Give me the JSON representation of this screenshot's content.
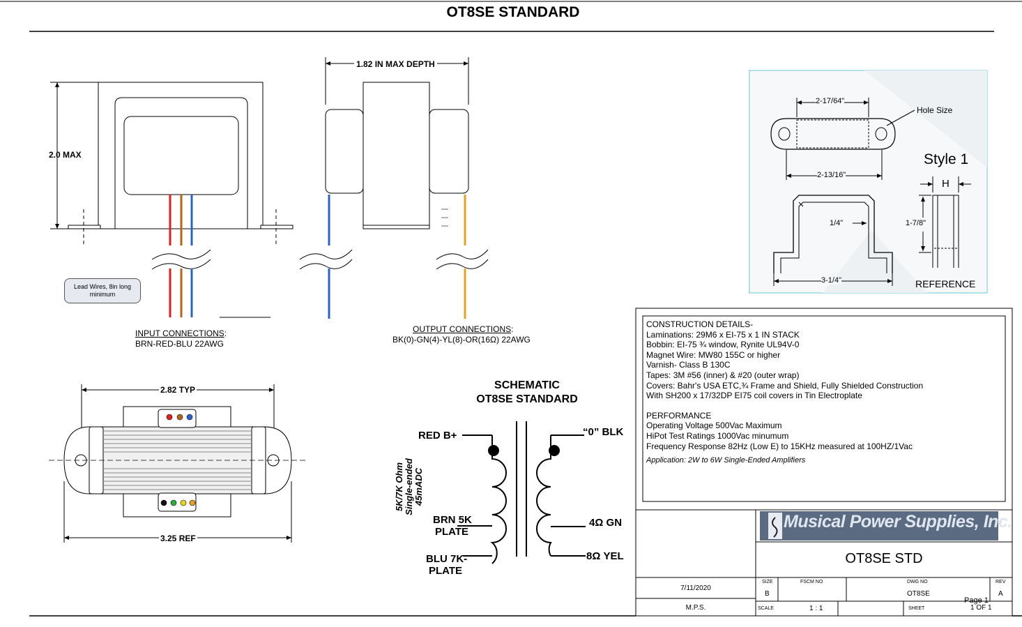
{
  "title": "OT8SE  STANDARD",
  "front_view": {
    "height_label": "2.0 MAX",
    "lead_note_line1": "Lead Wires, 8in long",
    "lead_note_line2": "minimum"
  },
  "side_view": {
    "depth_label": "1.82 IN  MAX DEPTH"
  },
  "input_connections": {
    "heading": "INPUT CONNECTIONS",
    "colon": ":",
    "spec": "BRN-RED-BLU  22AWG"
  },
  "output_connections": {
    "heading": "OUTPUT CONNECTIONS",
    "colon": ":",
    "spec": "BK(0)-GN(4)-YL(8)-OR(16Ω)  22AWG"
  },
  "top_view": {
    "width_label": "2.82 TYP",
    "ref_label": "3.25 REF"
  },
  "reference_panel": {
    "dim_top": "2-17/64\"",
    "hole_size": "Hole Size",
    "dim_mid": "2-13/16\"",
    "style": "Style 1",
    "h": "H",
    "quarter": "1/4\"",
    "height": "1-7/8\"",
    "base": "3-1/4\"",
    "caption": "REFERENCE"
  },
  "schematic": {
    "title_line1": "SCHEMATIC",
    "title_line2": "OT8SE STANDARD",
    "red": "RED B+",
    "brn_line1": "BRN 5K",
    "brn_line2": "PLATE",
    "blu_line1": "BLU 7K-",
    "blu_line2": "PLATE",
    "blk": "“0” BLK",
    "gn": "4Ω  GN",
    "yel": "8Ω  YEL",
    "side_line1": "5K/7K Ohm",
    "side_line2": "Single-ended",
    "side_line3": "45mADC"
  },
  "construction": {
    "heading": "CONSTRUCTION DETAILS-",
    "lines": [
      "Laminations: 29M6 x EI-75 x 1 IN STACK",
      "Bobbin: EI-75  ¾  window, Rynite UL94V-0",
      "Magnet Wire:  MW80 155C or higher",
      "Varnish- Class B 130C",
      "Tapes: 3M #56 (inner) & #20 (outer wrap)",
      "Covers: Bahr's USA ETC,¾ Frame and Shield, Fully Shielded Construction",
      "With SH200 x 17/32DP EI75 coil covers in Tin Electroplate"
    ],
    "performance_heading": "PERFORMANCE",
    "performance_lines": [
      "Operating Voltage 500Vac Maximum",
      "HiPot Test Ratings 1000Vac minumum",
      "Frequency Response 82Hz (Low E) to 15KHz measured at 100HZ/1Vac"
    ],
    "application": "Application:  2W to 6W Single-Ended Amplifiers"
  },
  "title_block": {
    "company": "Musical Power Supplies, Inc.",
    "drawing_title": "OT8SE STD",
    "date": "7/11/2020",
    "drawn_by": "M.P.S.",
    "size_label": "SIZE",
    "size": "B",
    "fscm_label": "FSCM NO",
    "dwg_label": "DWG NO",
    "dwg": "OT8SE",
    "rev_label": "REV",
    "rev": "A",
    "scale_label": "SCALE",
    "scale": "1 : 1",
    "sheet_label": "SHEET",
    "sheet": "1 OF 1",
    "page": "Page 1"
  },
  "colors": {
    "red": "#e0201c",
    "brown": "#b5651d",
    "blue": "#2a62c9",
    "orange": "#e8a020",
    "panel_border": "#7fd0e0"
  }
}
